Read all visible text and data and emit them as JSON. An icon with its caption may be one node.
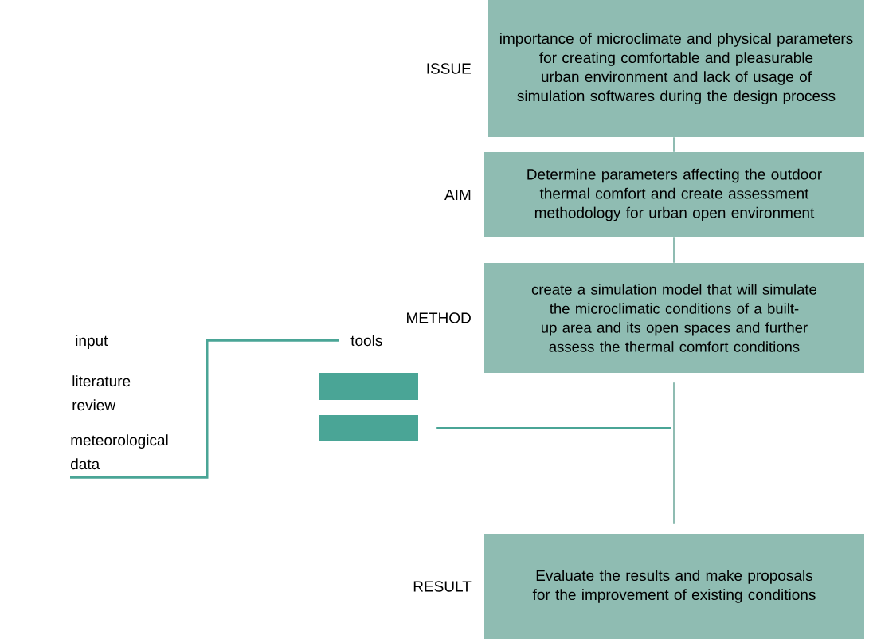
{
  "diagram": {
    "nodes": [
      {
        "text": [
          "importance of microclimate and physical parameters for creating comfortable and pleasurable urban environment and lack of usage of simulation softwares during the design process"
        ],
        "beside": [
          "ISSUE"
        ]
      },
      {
        "text": [
          "Determine parameters affecting the outdoor thermal comfort and create assessment methodology for urban open environment"
        ],
        "beside": [
          "AIM"
        ]
      },
      {
        "text": [
          "create a simulation model that will simulate the microclimatic conditions of a built-up area and its open spaces and further assess the thermal comfort conditions"
        ],
        "beside": [
          "METHOD"
        ]
      },
      {
        "text": [
          "Evaluate the results and make proposals for the improvement of existing conditions"
        ],
        "beside": [
          "RESULT"
        ]
      },
      {
        "text": [
          "meteorological data"
        ]
      },
      {
        "text": [
          "tools"
        ]
      },
      {
        "text": [],
        "shape": "box"
      },
      {
        "text": [],
        "shape": "box"
      }
    ],
    "edges": [
      {
        "from": 0,
        "to": 1,
        "arrow": "none"
      },
      {
        "from": 1,
        "to": 2,
        "arrow": "none"
      },
      {
        "from": 2,
        "to": 3,
        "arrow": "none"
      },
      {
        "from": 4,
        "to": 5,
        "arrow": "none",
        "color": "#4aa596"
      },
      {
        "from": 7,
        "to": null,
        "arrow": "none",
        "color": "#4aa596"
      }
    ],
    "labels": [
      "input",
      "literature review"
    ]
  }
}
